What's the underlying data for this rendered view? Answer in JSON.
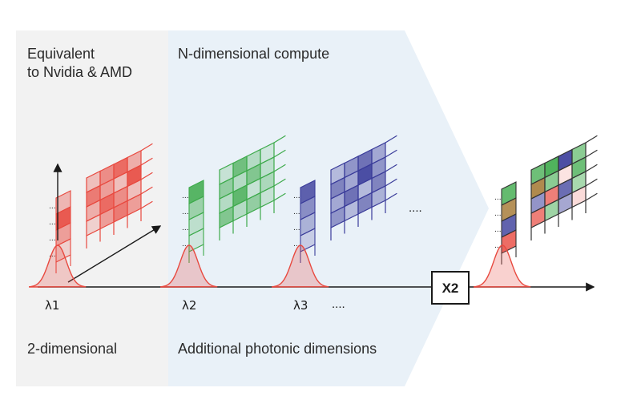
{
  "panels": {
    "left": {
      "title_line1": "Equivalent",
      "title_line2": "to Nvidia & AMD",
      "bottom_label": "2-dimensional"
    },
    "middle": {
      "title": "N-dimensional compute",
      "bottom_label": "Additional photonic dimensions"
    }
  },
  "axis": {
    "wavelength_labels": [
      "λ1",
      "λ2",
      "λ3"
    ],
    "continuation": "....",
    "multiplier": "X2"
  },
  "ellipsis_between_grids": "....",
  "colors": {
    "left_panel_bg": "#f2f2f2",
    "middle_panel_bg": "#e9f1f8",
    "red": "#e8493f",
    "green": "#3daa4b",
    "blue": "#3a3c9a",
    "pulse": "#e8493f",
    "axis": "#1a1a1a"
  }
}
